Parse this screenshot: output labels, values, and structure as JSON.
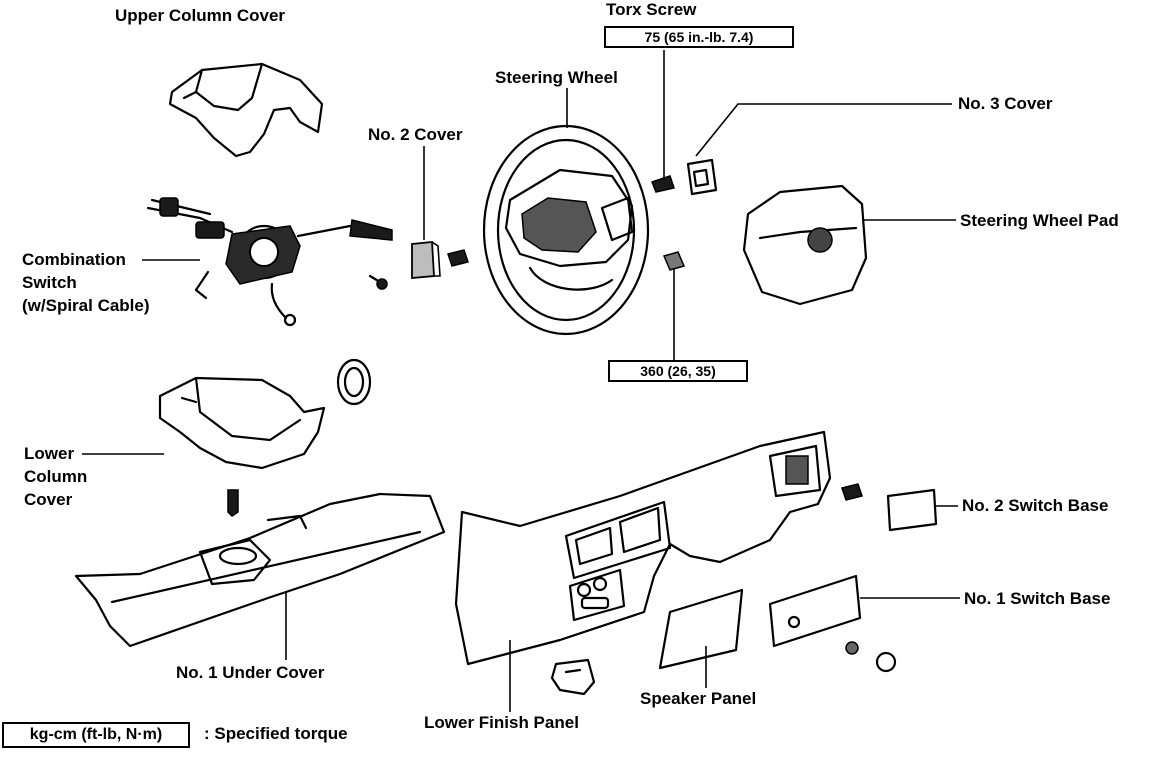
{
  "labels": {
    "upper_column_cover": "Upper Column Cover",
    "torx_screw": "Torx Screw",
    "steering_wheel": "Steering Wheel",
    "no2_cover": "No. 2 Cover",
    "no3_cover": "No. 3 Cover",
    "steering_wheel_pad": "Steering Wheel Pad",
    "combination_switch_1": "Combination",
    "combination_switch_2": "Switch",
    "combination_switch_3": "(w/Spiral Cable)",
    "lower_column_cover_1": "Lower",
    "lower_column_cover_2": "Column",
    "lower_column_cover_3": "Cover",
    "no2_switch_base": "No. 2 Switch Base",
    "no1_switch_base": "No. 1 Switch Base",
    "no1_under_cover": "No. 1 Under Cover",
    "speaker_panel": "Speaker Panel",
    "lower_finish_panel": "Lower Finish Panel"
  },
  "torque": {
    "torx_screw": "75 (65 in.-lb. 7.4)",
    "pad_nut": "360 (26, 35)"
  },
  "legend": {
    "unit": "kg-cm (ft-lb, N·m)",
    "description": ":  Specified torque"
  }
}
